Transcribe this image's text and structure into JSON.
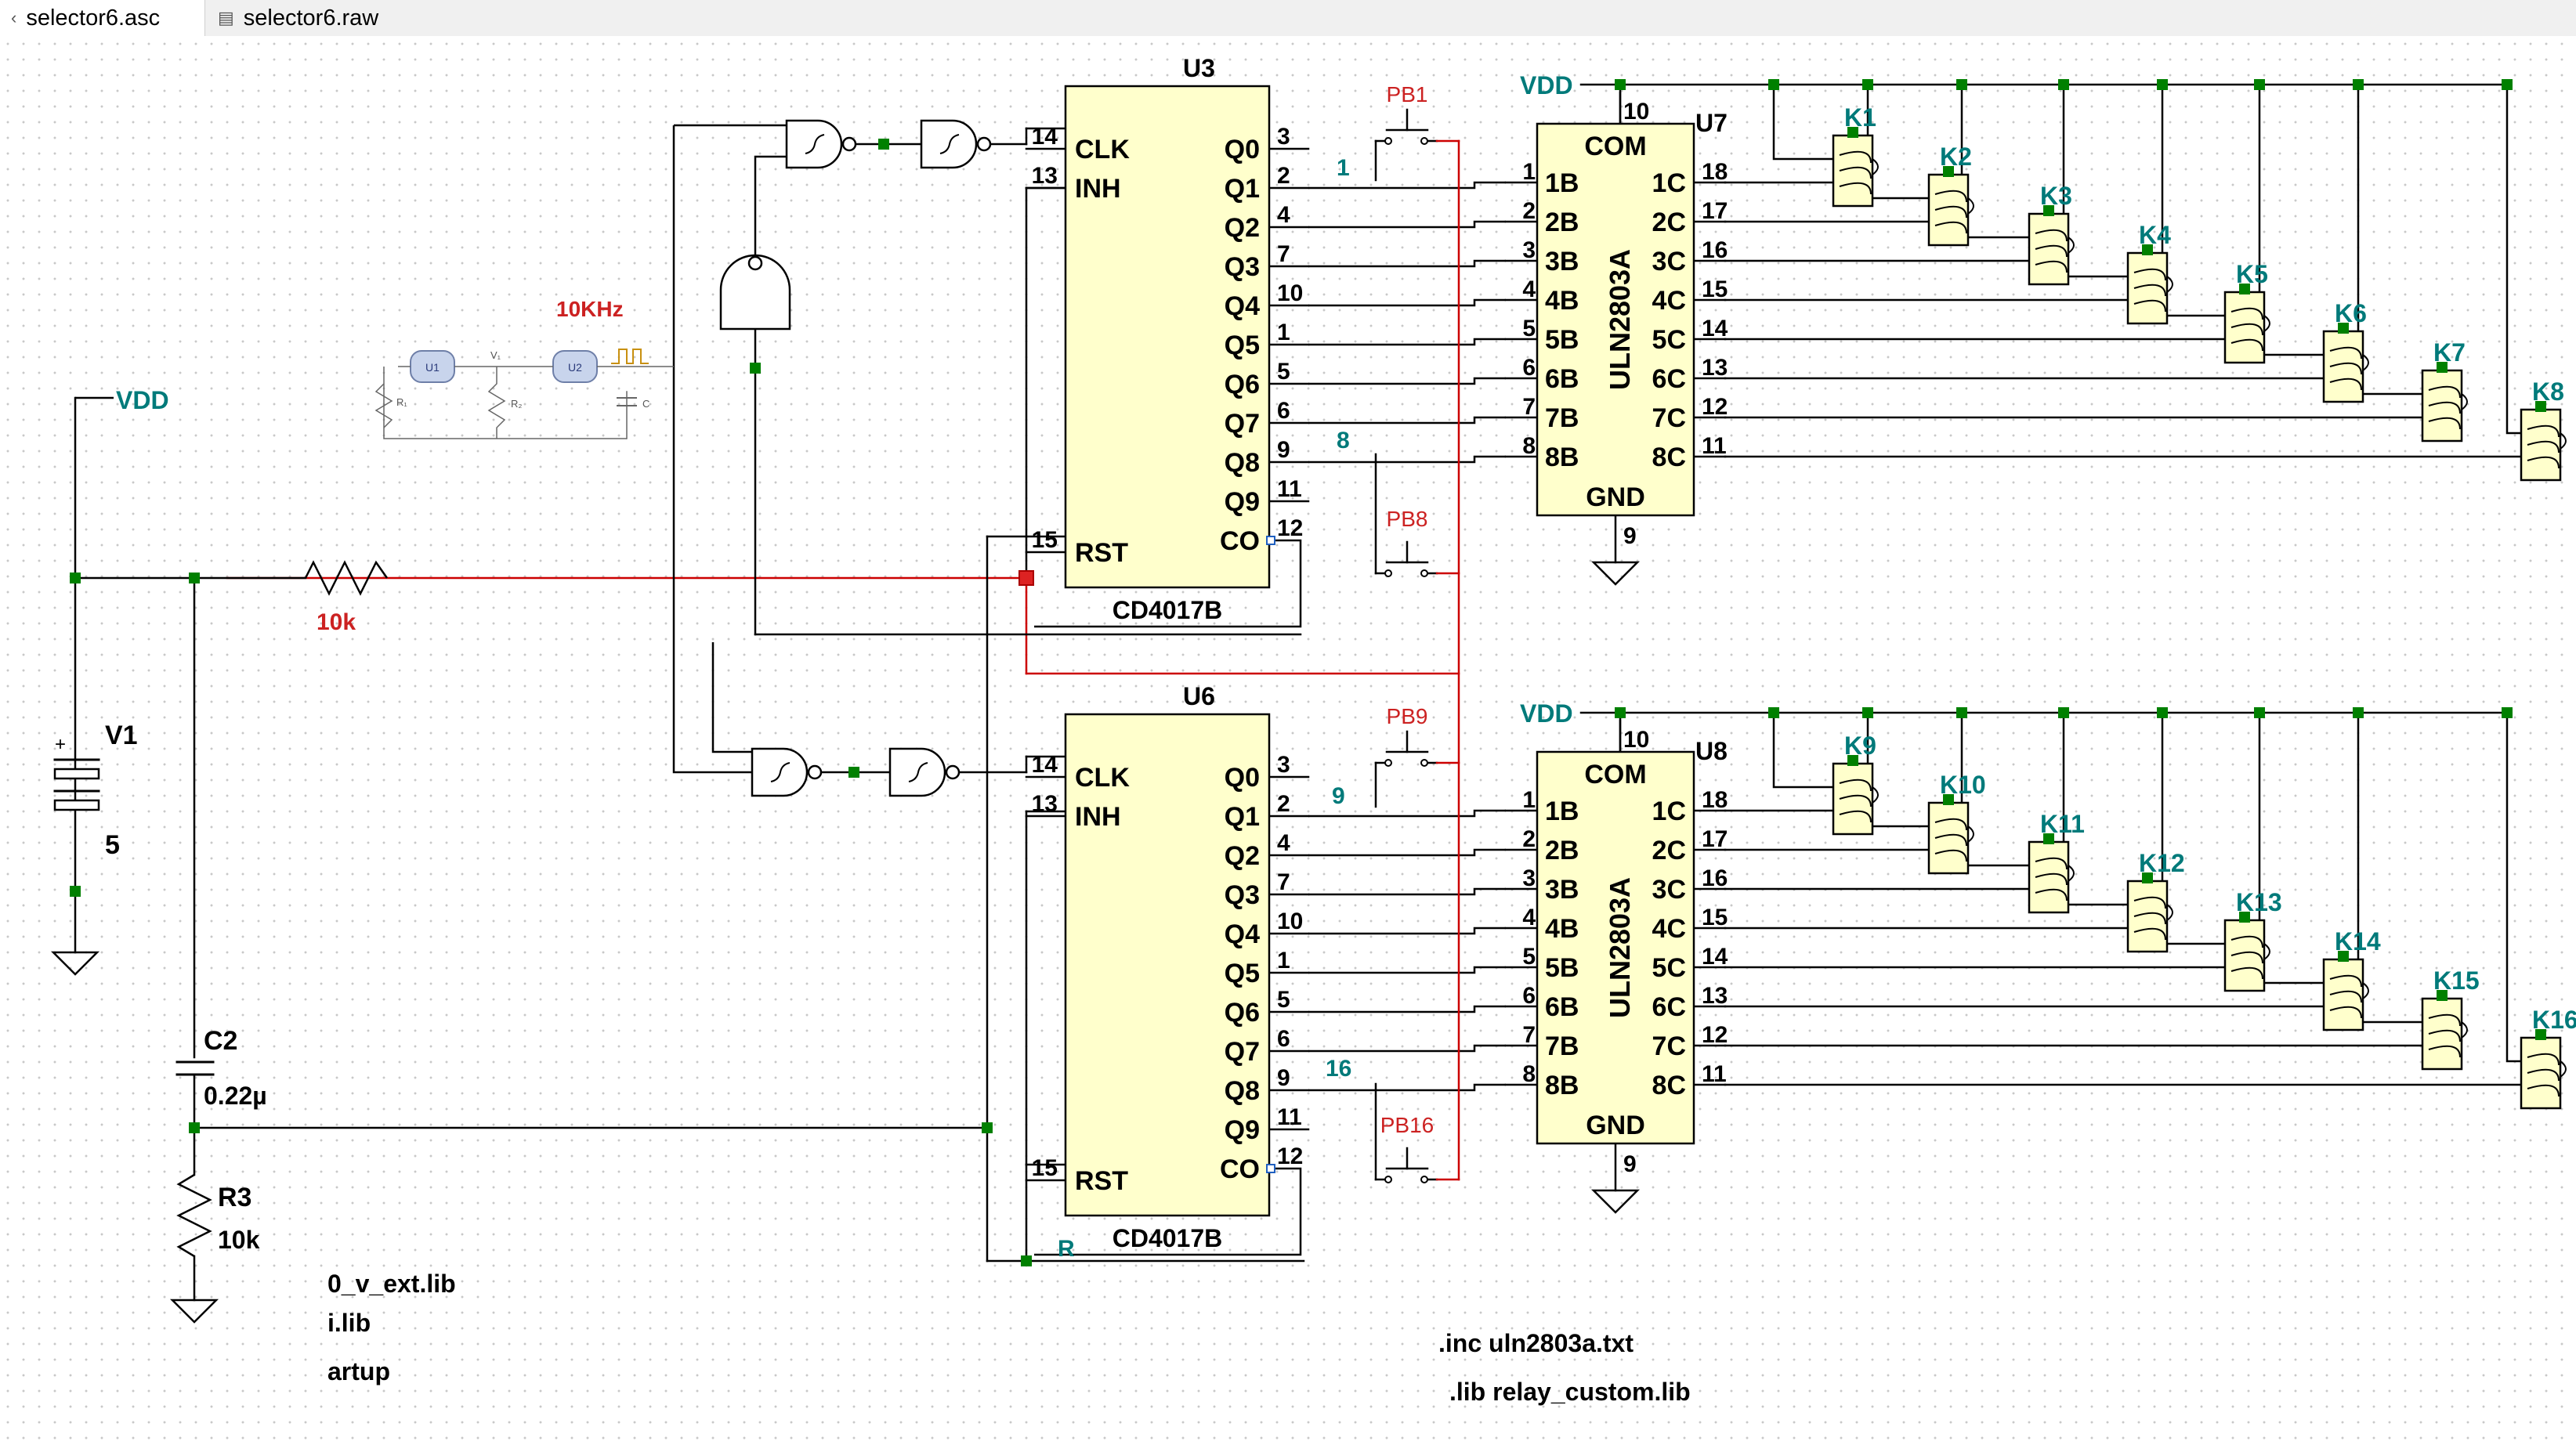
{
  "tabs": [
    {
      "label": "selector6.asc",
      "icon": "chevron-left-icon",
      "active": true
    },
    {
      "label": "selector6.raw",
      "icon": "waveform-icon",
      "active": false
    }
  ],
  "schematic": {
    "vdd_labels": {
      "left": "VDD",
      "top_u7": "VDD",
      "top_u8": "VDD"
    },
    "v1": {
      "name": "V1",
      "value": "5",
      "plus": "+"
    },
    "r_top": {
      "value": "10k"
    },
    "c2": {
      "name": "C2",
      "value": "0.22µ"
    },
    "r3": {
      "name": "R3",
      "value": "10k"
    },
    "osc_label": "10KHz",
    "inset": {
      "u1": "U1",
      "u2": "U2",
      "r1": "R₁",
      "r2": "R₂",
      "c": "C",
      "v1": "V₁"
    },
    "counters": [
      {
        "name": "U3",
        "part": "CD4017B"
      },
      {
        "name": "U6",
        "part": "CD4017B"
      }
    ],
    "counter_left_pins": [
      {
        "num": "14",
        "label": "CLK"
      },
      {
        "num": "13",
        "label": "INH"
      },
      {
        "num": "15",
        "label": "RST"
      }
    ],
    "counter_right_pins": [
      {
        "label": "Q0",
        "num": "3"
      },
      {
        "label": "Q1",
        "num": "2"
      },
      {
        "label": "Q2",
        "num": "4"
      },
      {
        "label": "Q3",
        "num": "7"
      },
      {
        "label": "Q4",
        "num": "10"
      },
      {
        "label": "Q5",
        "num": "1"
      },
      {
        "label": "Q6",
        "num": "5"
      },
      {
        "label": "Q7",
        "num": "6"
      },
      {
        "label": "Q8",
        "num": "9"
      },
      {
        "label": "Q9",
        "num": "11"
      },
      {
        "label": "CO",
        "num": "12"
      }
    ],
    "drivers": [
      {
        "name": "U7",
        "part": "ULN2803A"
      },
      {
        "name": "U8",
        "part": "ULN2803A"
      }
    ],
    "driver_top": {
      "label": "COM",
      "num": "10"
    },
    "driver_bottom": {
      "label": "GND",
      "num": "9"
    },
    "driver_inputs": [
      {
        "num": "1",
        "label": "1B"
      },
      {
        "num": "2",
        "label": "2B"
      },
      {
        "num": "3",
        "label": "3B"
      },
      {
        "num": "4",
        "label": "4B"
      },
      {
        "num": "5",
        "label": "5B"
      },
      {
        "num": "6",
        "label": "6B"
      },
      {
        "num": "7",
        "label": "7B"
      },
      {
        "num": "8",
        "label": "8B"
      }
    ],
    "driver_outputs": [
      {
        "label": "1C",
        "num": "18"
      },
      {
        "label": "2C",
        "num": "17"
      },
      {
        "label": "3C",
        "num": "16"
      },
      {
        "label": "4C",
        "num": "15"
      },
      {
        "label": "5C",
        "num": "14"
      },
      {
        "label": "6C",
        "num": "13"
      },
      {
        "label": "7C",
        "num": "12"
      },
      {
        "label": "8C",
        "num": "11"
      }
    ],
    "net_labels": {
      "u3_q1": "1",
      "u3_q8": "8",
      "u6_q1": "9",
      "u6_q8": "16"
    },
    "buttons": [
      "PB1",
      "PB8",
      "PB9",
      "PB16"
    ],
    "relays_top": [
      "K1",
      "K2",
      "K3",
      "K4",
      "K5",
      "K6",
      "K7",
      "K8"
    ],
    "relays_bottom": [
      "K9",
      "K10",
      "K11",
      "K12",
      "K13",
      "K14",
      "K15",
      "K16"
    ],
    "reset_net_label": "R",
    "directives_left": [
      "0_v_ext.lib",
      "i.lib",
      "artup"
    ],
    "directives_right": [
      ".inc uln2803a.txt",
      ".lib relay_custom.lib"
    ]
  },
  "colors": {
    "wire": "#000000",
    "reset_wire": "#cc0000",
    "junction": "#008000",
    "component_fill": "#ffffcc",
    "net_label": "#007a7a",
    "red_label": "#cc2222"
  }
}
